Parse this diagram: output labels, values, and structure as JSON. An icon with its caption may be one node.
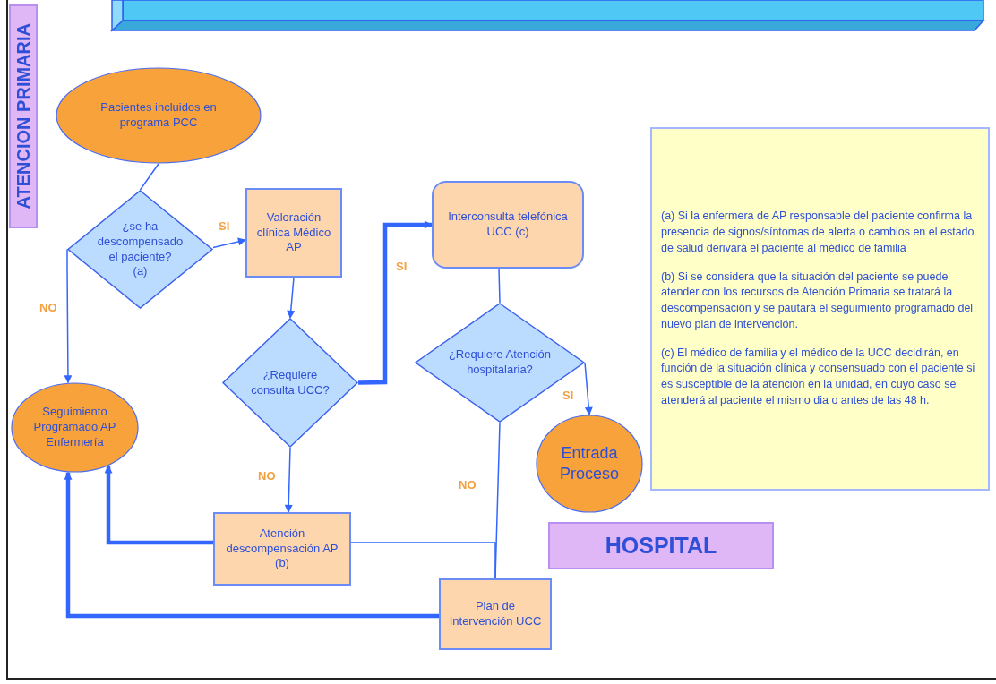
{
  "diagram": {
    "nodes": [
      {
        "text": [
          "ATENCION PRIMARIA"
        ]
      },
      {
        "text": [],
        "shape": "box"
      },
      {
        "text": [
          "Pacientes incluidos en programa PCC"
        ]
      },
      {
        "text": [
          "¿se ha descompensado el paciente?",
          "(a)"
        ]
      },
      {
        "text": [
          "Valoración clínica Médico AP"
        ]
      },
      {
        "text": [
          "Interconsulta telefónica UCC (c)"
        ]
      },
      {
        "text": [
          "(a) Si la enfermera de AP responsable del paciente confirma la presencia de signos/síntomas de alerta o cambios en el estado de salud derivará el paciente al médico de familia",
          "(b) Si se considera que la situación del paciente se puede atender con los recursos de Atención Primaria se tratará la descompensación y se pautará el seguimiento programado del nuevo plan de intervención.",
          "(c) El médico de familia y el médico de la UCC decidirán, en función de la situación clínica y consensuado con el paciente si es susceptible de la atención en la unidad, en cuyo caso se atenderá al paciente el mismo dia o antes de las 48 h."
        ]
      },
      {
        "text": [
          "¿Requiere consulta UCC?"
        ]
      },
      {
        "text": [
          "¿Requiere Atención hospitalaria?"
        ]
      },
      {
        "text": [
          "Seguimiento Programado AP Enfermería"
        ]
      },
      {
        "text": [
          "Entrada Proceso"
        ]
      },
      {
        "text": [
          "HOSPITAL"
        ]
      },
      {
        "text": [
          "Atención descompensación AP (b)"
        ]
      },
      {
        "text": [
          "Plan de Intervención UCC"
        ]
      }
    ],
    "edges": [
      {
        "from": 2,
        "to": 3,
        "arrow": "none"
      },
      {
        "from": 3,
        "to": 4,
        "arrow": "to",
        "label": "SI"
      },
      {
        "from": 3,
        "to": 9,
        "arrow": "to",
        "label": "NO"
      },
      {
        "from": 4,
        "to": 7,
        "arrow": "to"
      },
      {
        "from": 7,
        "to": 5,
        "arrow": "to",
        "label": "SI",
        "style": "thick"
      },
      {
        "from": 5,
        "to": 8,
        "arrow": "none"
      },
      {
        "from": 8,
        "to": 10,
        "arrow": "to",
        "label": "SI"
      },
      {
        "from": 7,
        "to": 12,
        "arrow": "to",
        "label": "NO"
      },
      {
        "from": 8,
        "to": 13,
        "arrow": "none",
        "label": "NO"
      },
      {
        "from": 12,
        "to": 9,
        "arrow": "to",
        "style": "thick"
      },
      {
        "from": 12,
        "to": 13,
        "arrow": "none"
      },
      {
        "from": 13,
        "to": 9,
        "arrow": "to",
        "style": "thick"
      }
    ]
  }
}
